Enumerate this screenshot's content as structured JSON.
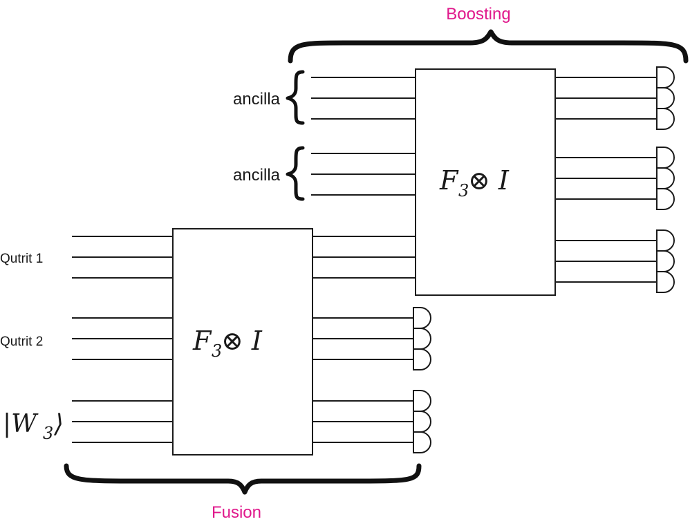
{
  "diagram": {
    "top_label": "Boosting",
    "bottom_label": "Fusion",
    "ancilla_label_1": "ancilla",
    "ancilla_label_2": "ancilla",
    "qutrit1_label": "Qutrit 1",
    "qutrit2_label": "Qutrit 2",
    "w3_label": "|W",
    "w3_subscript": "3",
    "w3_close": "⟩",
    "gate_fusion": {
      "name": "F",
      "subscript": "3",
      "operator": " ⊗ I"
    },
    "gate_boosting": {
      "name": "F",
      "subscript": "3",
      "operator": " ⊗ I"
    }
  },
  "colors": {
    "accent": "#e0198c",
    "ink": "#1a1a1a"
  }
}
